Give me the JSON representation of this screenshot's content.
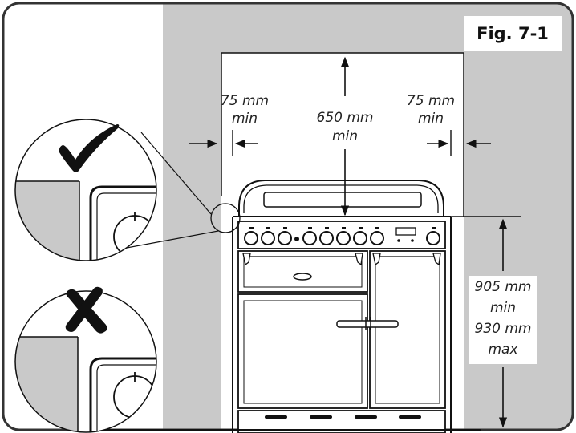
{
  "figure": {
    "title": "Fig. 7-1",
    "colors": {
      "wall": "#c9c9c9",
      "frame": "#333333",
      "white": "#ffffff",
      "ink": "#111111"
    },
    "icons": {
      "correct": "checkmark-icon",
      "incorrect": "cross-icon"
    }
  },
  "dimensions": {
    "left_clearance": [
      "75 mm",
      "min"
    ],
    "top_clearance": [
      "650 mm",
      "min"
    ],
    "right_clearance": [
      "75 mm",
      "min"
    ],
    "worktop_height": [
      "905 mm",
      "min",
      "930 mm",
      "max"
    ]
  }
}
